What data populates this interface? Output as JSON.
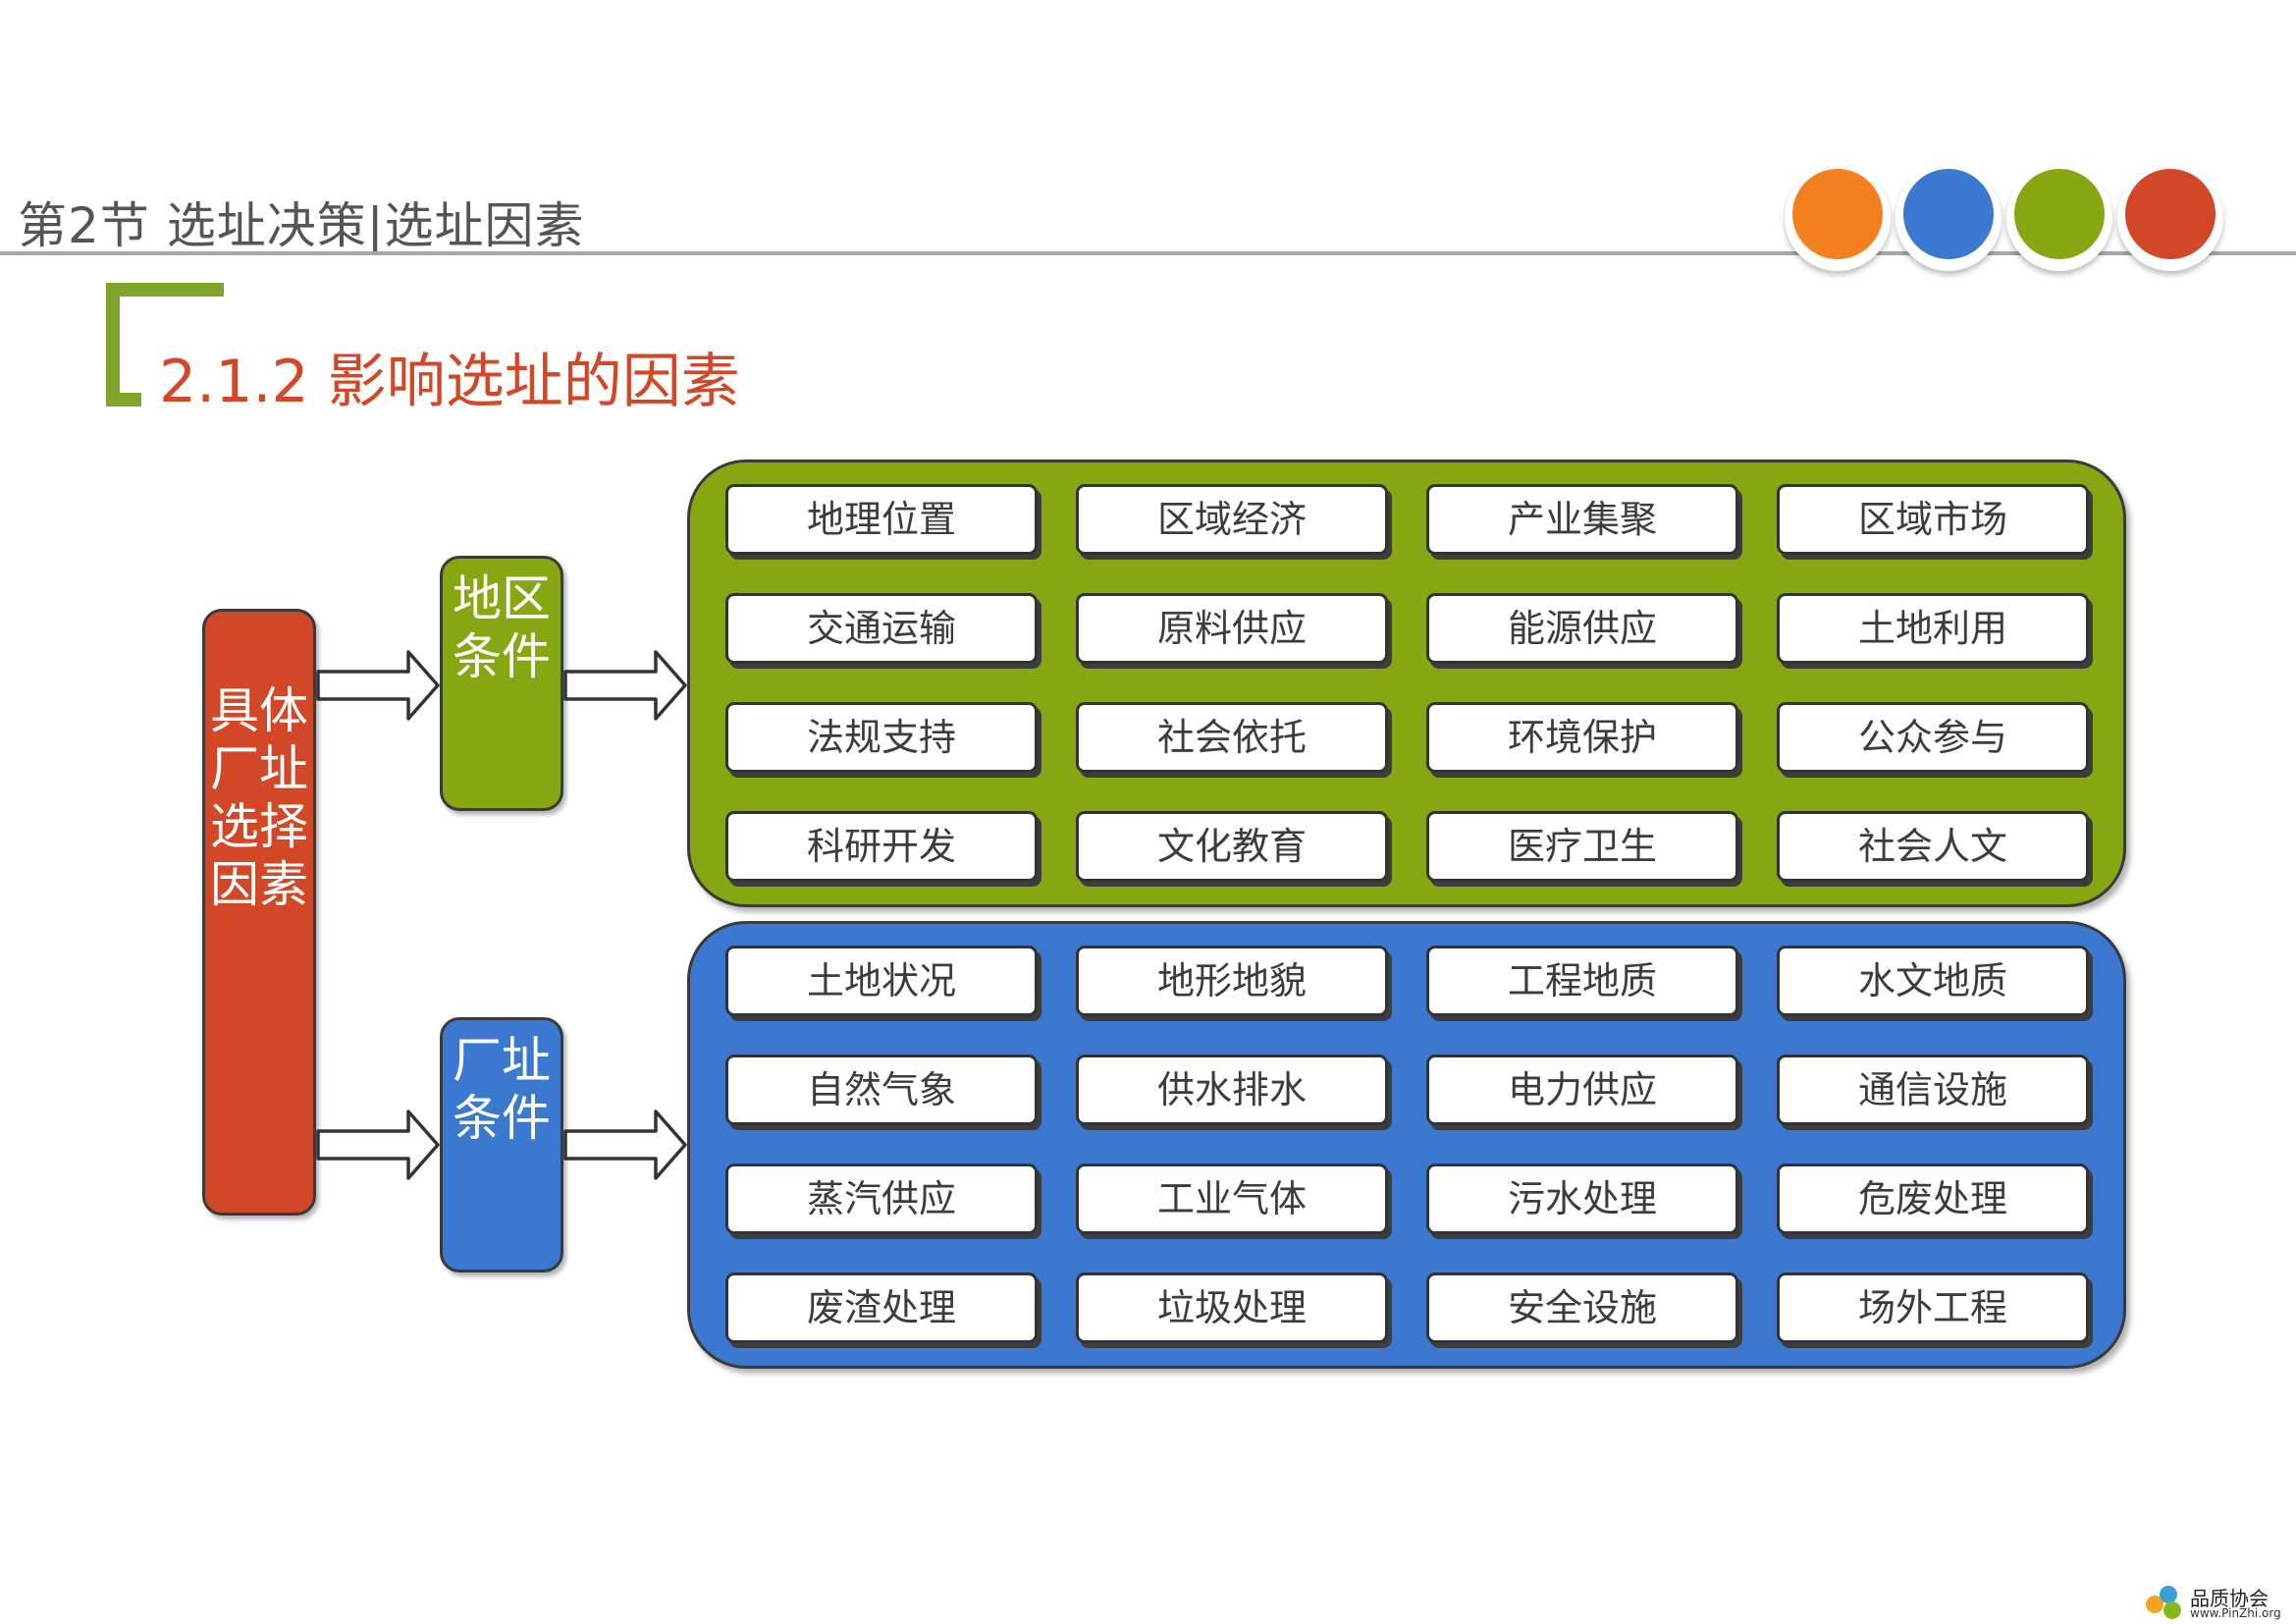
{
  "header": {
    "title": "第2节 选址决策|选址因素"
  },
  "colors": {
    "orange": "#f47f1f",
    "blue": "#3b79d1",
    "green": "#86a712",
    "red": "#d24726",
    "main_box": "#d24726",
    "regional_box": "#86a712",
    "site_box": "#3b79d1"
  },
  "section": {
    "title": "2.1.2 影响选址的因素"
  },
  "main": {
    "label": "具体厂址选择因素"
  },
  "regional": {
    "label": "地区条件",
    "factors": [
      "地理位置",
      "区域经济",
      "产业集聚",
      "区域市场",
      "交通运输",
      "原料供应",
      "能源供应",
      "土地利用",
      "法规支持",
      "社会依托",
      "环境保护",
      "公众参与",
      "科研开发",
      "文化教育",
      "医疗卫生",
      "社会人文"
    ]
  },
  "site": {
    "label": "厂址条件",
    "factors": [
      "土地状况",
      "地形地貌",
      "工程地质",
      "水文地质",
      "自然气象",
      "供水排水",
      "电力供应",
      "通信设施",
      "蒸汽供应",
      "工业气体",
      "污水处理",
      "危废处理",
      "废渣处理",
      "垃圾处理",
      "安全设施",
      "场外工程"
    ]
  },
  "watermark": {
    "name": "品质协会",
    "url": "www.PinZhi.org"
  }
}
